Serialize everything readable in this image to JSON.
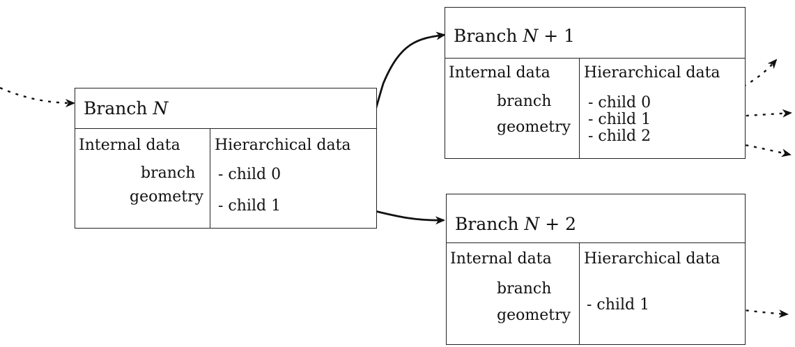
{
  "branches": {
    "n": {
      "title_word": "Branch",
      "title_var": "N",
      "title_suffix": "",
      "internal_header": "Internal data",
      "hier_header": "Hierarchical data",
      "geometry_line1": "branch",
      "geometry_line2": "geometry",
      "children": [
        "- child 0",
        "- child 1"
      ]
    },
    "n1": {
      "title_word": "Branch",
      "title_var": "N",
      "title_suffix": " + 1",
      "internal_header": "Internal data",
      "hier_header": "Hierarchical data",
      "geometry_line1": "branch",
      "geometry_line2": "geometry",
      "children": [
        "- child 0",
        "- child 1",
        "- child 2"
      ]
    },
    "n2": {
      "title_word": "Branch",
      "title_var": "N",
      "title_suffix": " + 2",
      "internal_header": "Internal data",
      "hier_header": "Hierarchical data",
      "geometry_line1": "branch",
      "geometry_line2": "geometry",
      "children": [
        "- child 1"
      ]
    }
  },
  "icons": {
    "geometry": "cylinder-mesh-icon",
    "arrow": "arrowhead-icon"
  }
}
